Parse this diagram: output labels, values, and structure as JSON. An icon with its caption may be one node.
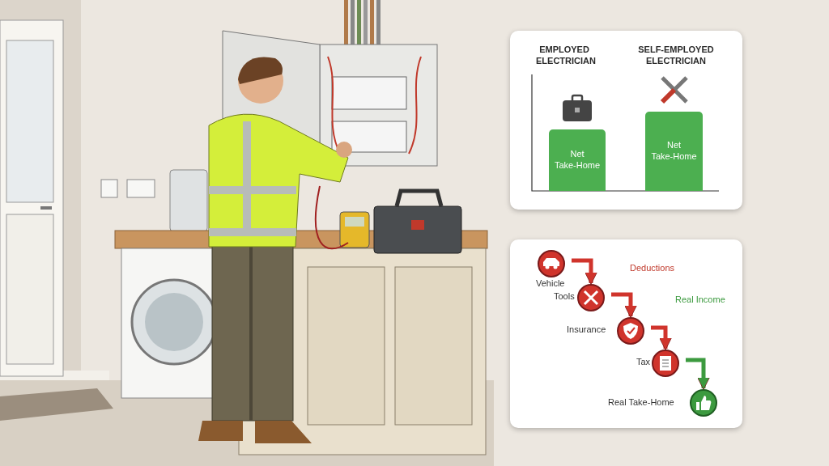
{
  "diagram": {
    "nodes": [
      {
        "text": [
          "Net Take-Home"
        ]
      },
      {
        "text": [
          "Net Take-Home"
        ]
      },
      {
        "text": [],
        "shape": "circle",
        "beside": [
          "Vehicle"
        ]
      },
      {
        "text": [],
        "shape": "circle",
        "beside": [
          "Tools"
        ]
      },
      {
        "text": [],
        "shape": "circle",
        "beside": [
          "Insurance"
        ]
      },
      {
        "text": [],
        "shape": "circle",
        "beside": [
          "Tax"
        ]
      },
      {
        "text": [],
        "shape": "circle",
        "beside": [
          "Real Take-Home"
        ]
      }
    ],
    "edges": [
      {
        "from": 2,
        "to": 3,
        "arrow": "to"
      },
      {
        "from": 3,
        "to": 4,
        "arrow": "to"
      },
      {
        "from": 4,
        "to": 5,
        "arrow": "to"
      },
      {
        "from": 5,
        "to": 6,
        "arrow": "to",
        "color": "#3c9a3f"
      }
    ],
    "labels": [
      "EMPLOYED ELECTRICIAN",
      "SELF-EMPLOYED ELECTRICIAN",
      "Deductions",
      "Real Income"
    ]
  }
}
